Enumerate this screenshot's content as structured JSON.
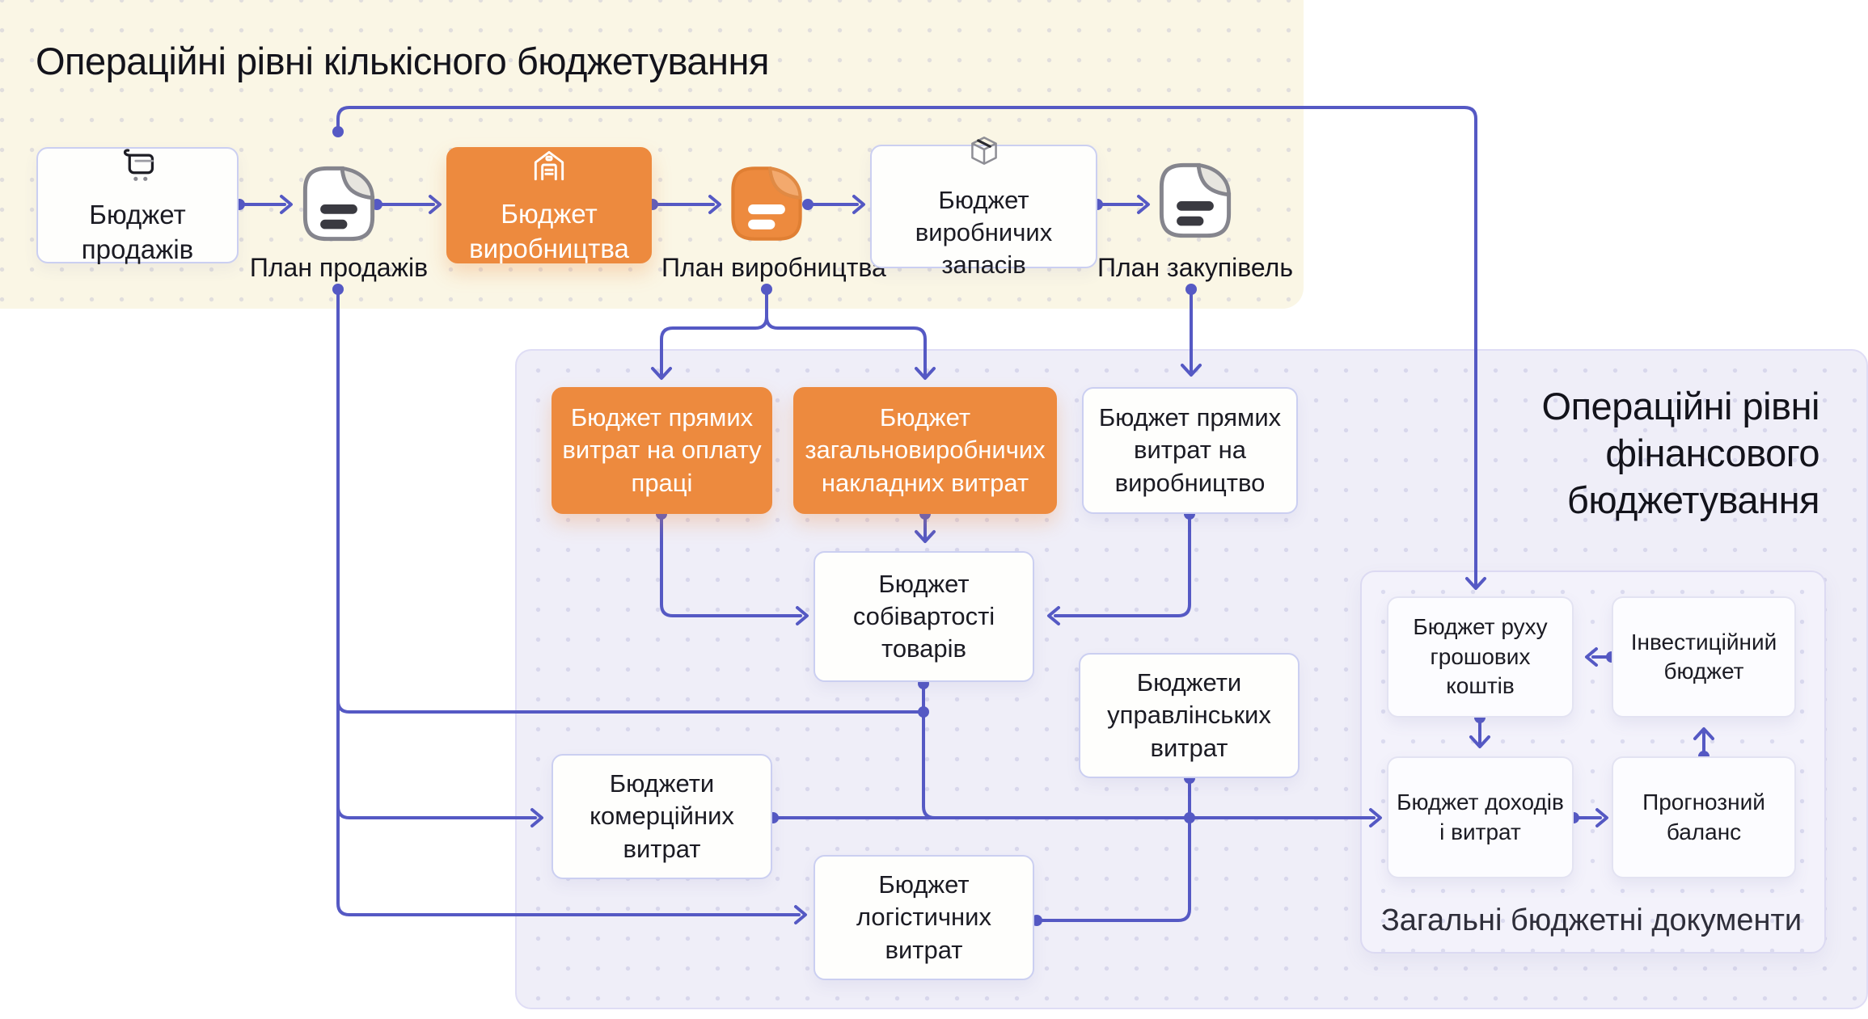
{
  "colors": {
    "accent_line": "#5559C4",
    "orange_node": "#ED8A3E",
    "cream_panel_bg": "#FAF6E5",
    "purple_panel_bg": "#EFEEF8",
    "docs_panel_bg": "#F3F2FB",
    "white_node_border": "#CBCFF1",
    "text_dark": "#17171F"
  },
  "panels": {
    "quantitative": {
      "title": "Операційні рівні кількісного бюджетування"
    },
    "financial": {
      "title": "Операційні рівні\nфінансового\nбюджетування"
    },
    "documents": {
      "caption": "Загальні бюджетні документи"
    }
  },
  "icons": {
    "sales_budget": "shopping-cart-icon",
    "production_budget": "warehouse-icon",
    "inventory_budget": "package-box-icon",
    "sales_plan": "document-icon",
    "production_plan": "document-icon",
    "purchase_plan": "document-icon"
  },
  "nodes": {
    "sales_budget": {
      "label": "Бюджет\nпродажів"
    },
    "sales_plan": {
      "label": "План продажів"
    },
    "production_budget": {
      "label": "Бюджет\nвиробництва"
    },
    "production_plan": {
      "label": "План виробництва"
    },
    "inventory_budget": {
      "label": "Бюджет\nвиробничих запасів"
    },
    "purchase_plan": {
      "label": "План закупівель"
    },
    "labor_budget": {
      "label": "Бюджет прямих\nвитрат на оплату\nпраці"
    },
    "overhead_budget": {
      "label": "Бюджет\nзагальновиробничих\nнакладних витрат"
    },
    "direct_production_budget": {
      "label": "Бюджет прямих\nвитрат на\nвиробництво"
    },
    "cogs_budget": {
      "label": "Бюджет\nсобівартості\nтоварів"
    },
    "admin_budget": {
      "label": "Бюджети\nуправлінських\nвитрат"
    },
    "commercial_budget": {
      "label": "Бюджети\nкомерційних\nвитрат"
    },
    "logistics_budget": {
      "label": "Бюджет\nлогістичних\nвитрат"
    },
    "cashflow_budget": {
      "label": "Бюджет руху\nгрошових коштів"
    },
    "investment_budget": {
      "label": "Інвестиційний\nбюджет"
    },
    "income_expense_budget": {
      "label": "Бюджет доходів\nі витрат"
    },
    "forecast_balance": {
      "label": "Прогнозний\nбаланс"
    }
  }
}
